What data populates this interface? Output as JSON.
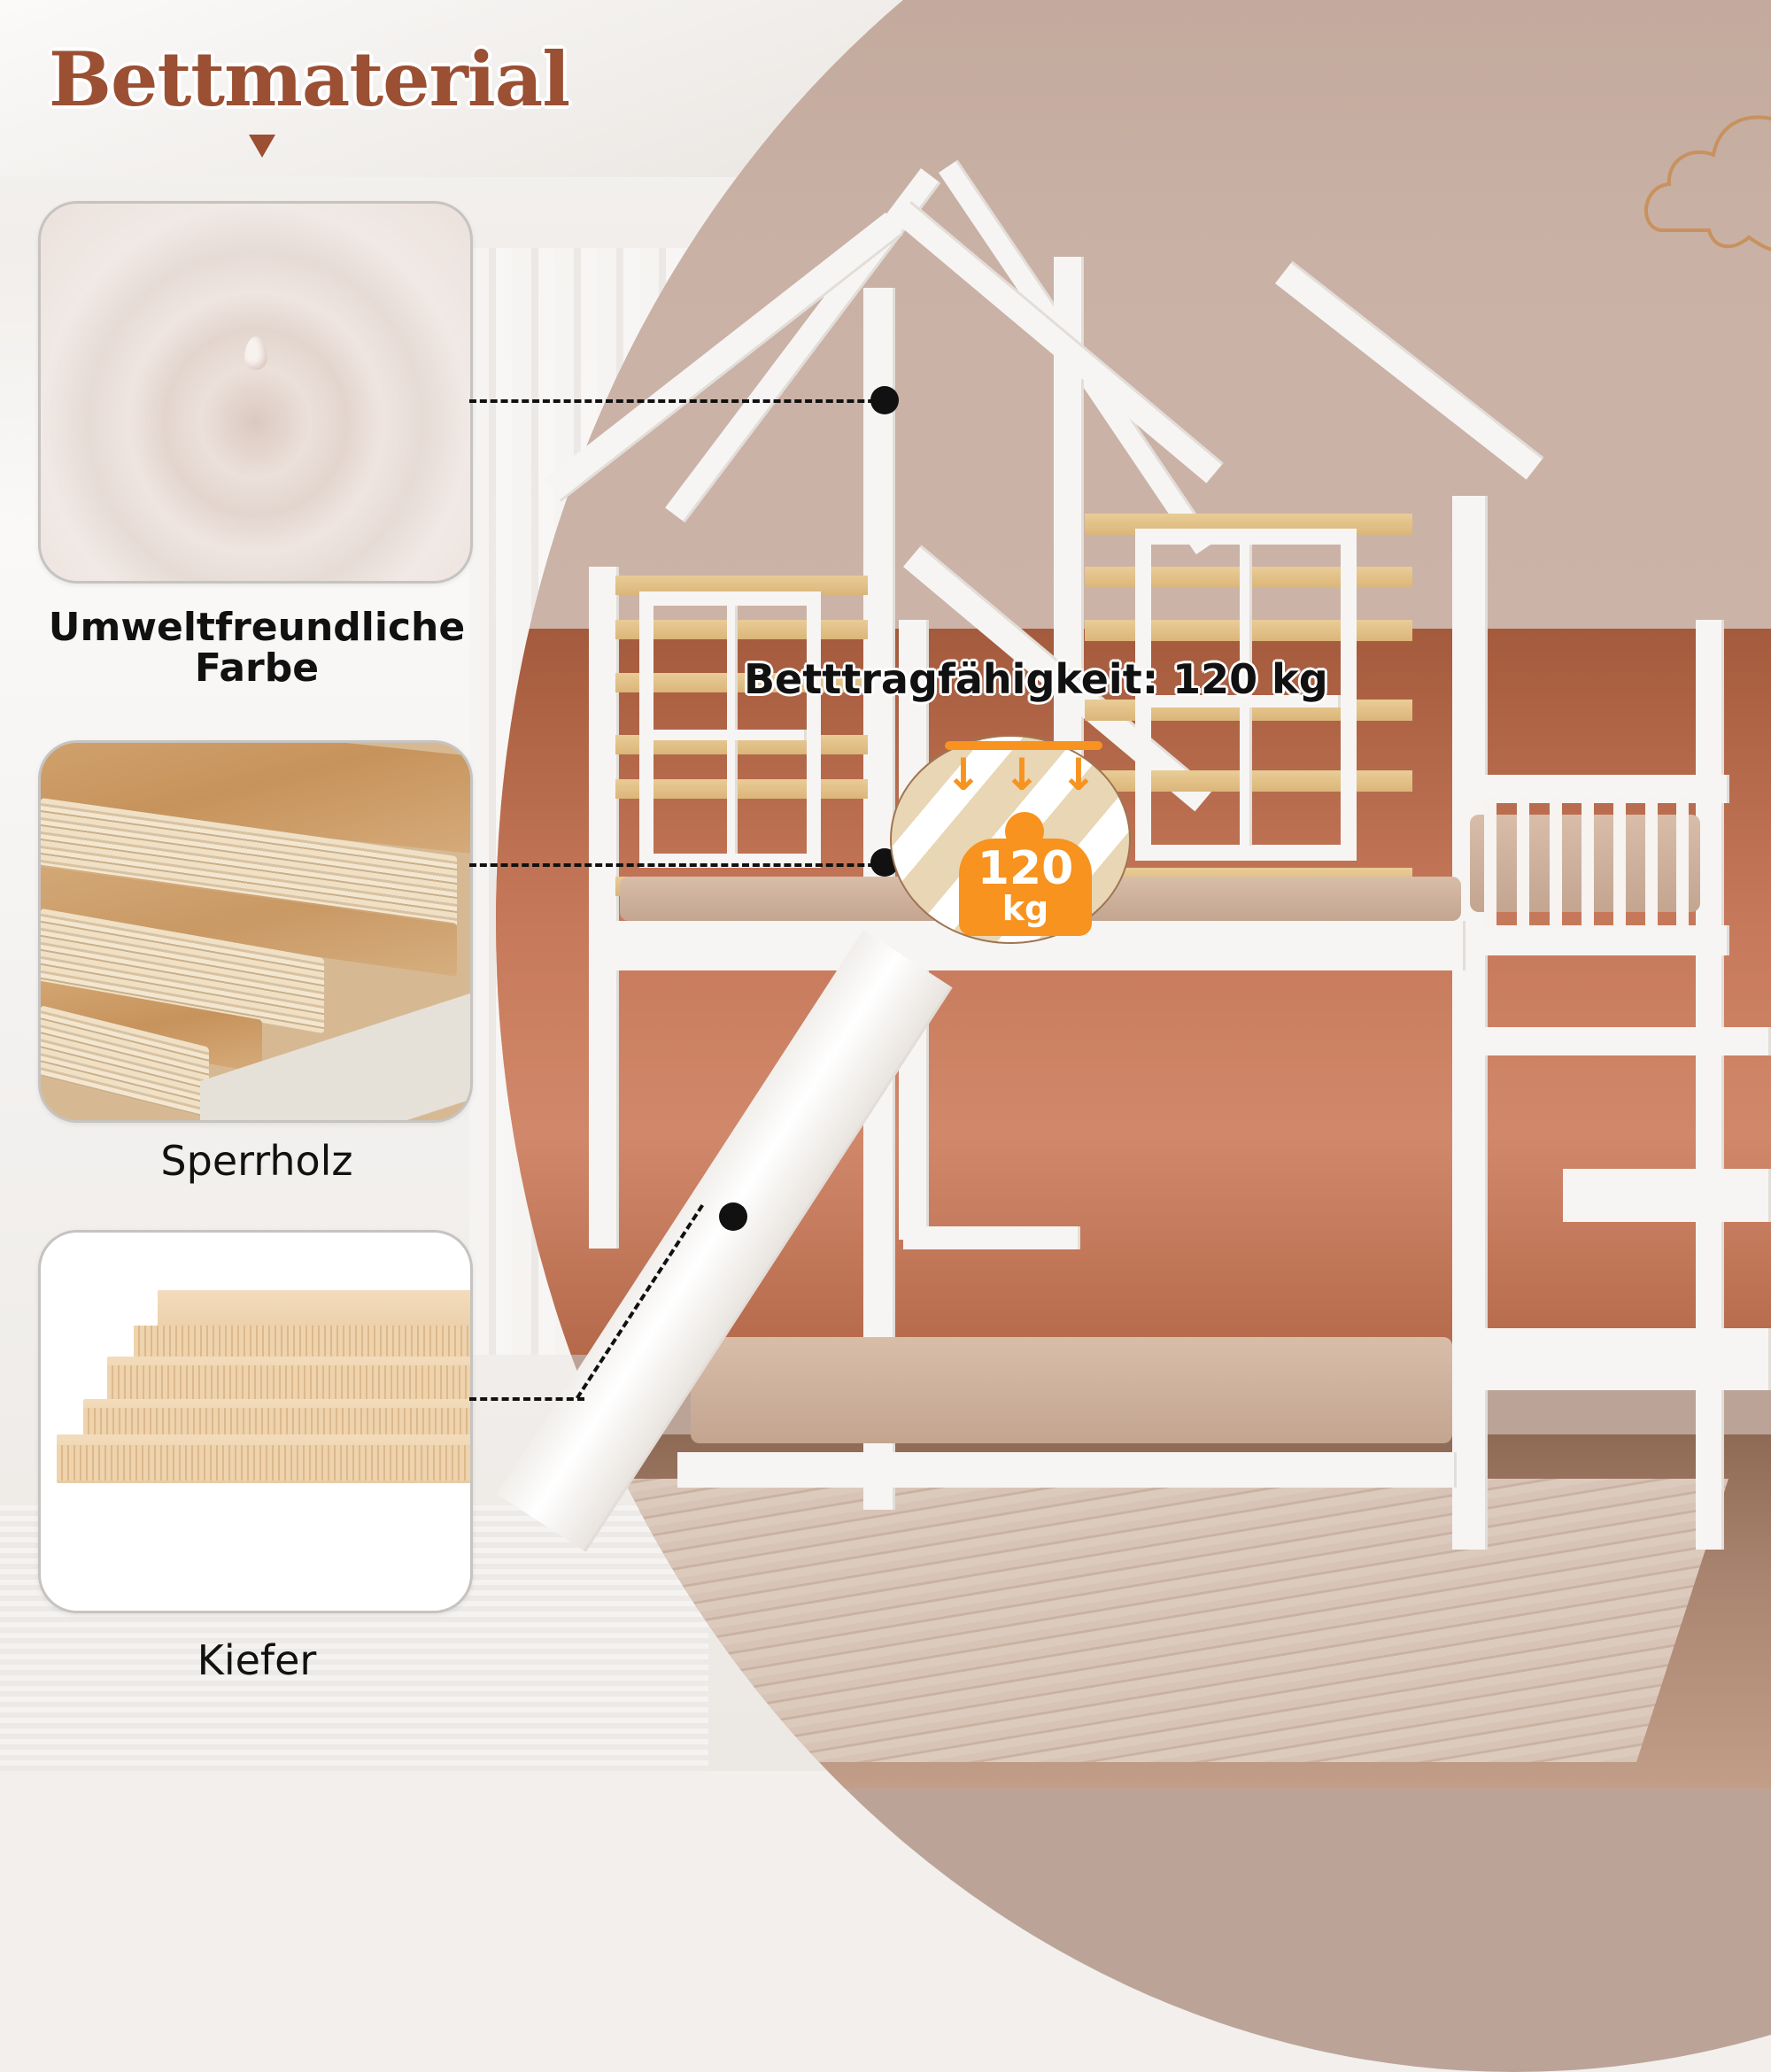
{
  "title": "Bettmaterial",
  "colors": {
    "title": "#9b4f33",
    "badge_orange": "#f7931e",
    "label_text": "#111111",
    "wall_lower": "#c6795a",
    "wall_upper": "#c9b1a5"
  },
  "materials": [
    {
      "id": "paint",
      "label": "Umweltfreundliche Farbe",
      "label_line1": "Umweltfreundliche",
      "label_line2": "Farbe",
      "image": "milk-drop-ripple"
    },
    {
      "id": "plywood",
      "label": "Sperrholz",
      "image": "plywood-boards"
    },
    {
      "id": "pine",
      "label": "Kiefer",
      "image": "pine-boards"
    }
  ],
  "capacity": {
    "label": "Betttragfähigkeit: 120 kg",
    "badge_value": "120",
    "badge_unit": "kg",
    "icon": "weight-load-icon"
  },
  "arrows": [
    "↓",
    "↓",
    "↓"
  ]
}
